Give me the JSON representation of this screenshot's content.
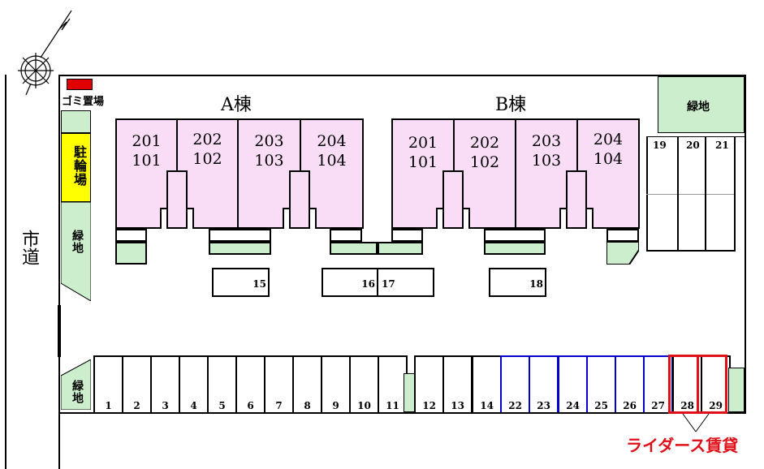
{
  "building_a": {
    "name": "A棟",
    "rooms": [
      {
        "upper": "201",
        "lower": "101"
      },
      {
        "upper": "202",
        "lower": "102"
      },
      {
        "upper": "203",
        "lower": "103"
      },
      {
        "upper": "204",
        "lower": "104"
      }
    ]
  },
  "building_b": {
    "name": "B棟",
    "rooms": [
      {
        "upper": "201",
        "lower": "101"
      },
      {
        "upper": "202",
        "lower": "102"
      },
      {
        "upper": "203",
        "lower": "103"
      },
      {
        "upper": "204",
        "lower": "104"
      }
    ]
  },
  "labels": {
    "garbage": "ゴミ置場",
    "bicycle": "駐輪場",
    "green": "緑地",
    "city_road": "市道",
    "riders": "ライダース賃貸"
  },
  "parking_bottom": [
    "1",
    "2",
    "3",
    "4",
    "5",
    "6",
    "7",
    "8",
    "9",
    "10",
    "11",
    "12",
    "13",
    "14",
    "22",
    "23",
    "24",
    "25",
    "26",
    "27",
    "28",
    "29"
  ],
  "parking_right": [
    "19",
    "20",
    "21"
  ],
  "parking_middle": [
    "15",
    "16",
    "17",
    "18"
  ],
  "colors": {
    "room": "#f9dcf6",
    "green": "#cdeecc",
    "bicycle": "#ffff00",
    "garbage": "#e00000",
    "highlight": "#e0101a",
    "blue": "#0000cc"
  }
}
